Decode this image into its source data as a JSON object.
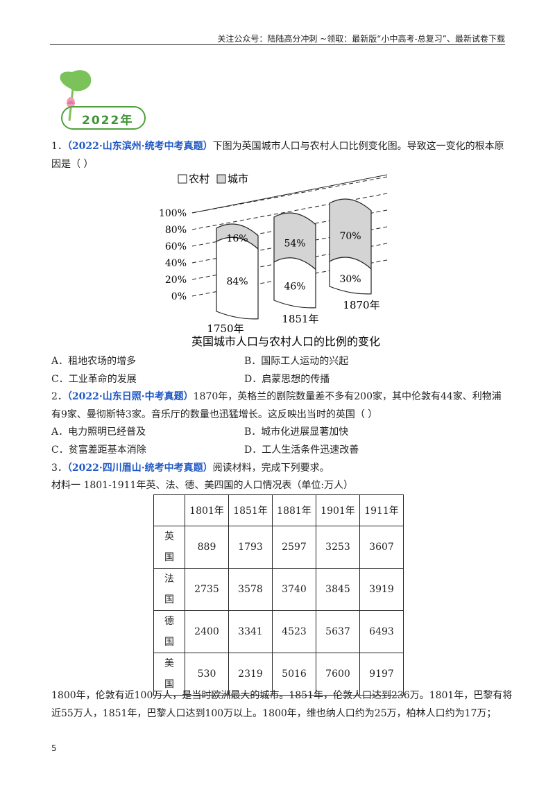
{
  "header": {
    "text": "关注公众号：陆陆高分冲刺  ~领取：最新版“小中高考-总复习”、最新试卷下载"
  },
  "section": {
    "year_label": "2022年"
  },
  "q1": {
    "num": "1．",
    "source": "（2022·山东滨州·统考中考真题）",
    "text1": "下图为英国城市人口与农村人口比例变化图。导致这一变化的根本原",
    "text2": "因是（          ）",
    "options": [
      "A．租地农场的增多",
      "B．国际工人运动的兴起",
      "C．工业革命的发展",
      "D．启蒙思想的传播"
    ]
  },
  "q2": {
    "num": "2．",
    "source": "（2022·山东日照·中考真题）",
    "text1": "1870年，英格兰的剧院数量差不多有200家，其中伦敦有44家、利物浦",
    "text2": "有9家、曼彻斯特3家。音乐厅的数量也迅猛增长。这反映出当时的英国（          ）",
    "options": [
      "A．电力照明已经普及",
      "B．城市化进展显著加快",
      "C．贫富差距基本消除",
      "D．工人生活条件迅速改善"
    ]
  },
  "q3": {
    "num": "3．",
    "source": "（2022·四川眉山·统考中考真题）",
    "text1": "阅读材料，完成下列要求。",
    "material_title": "材料一    1801-1911年英、法、德、美四国的人口情况表（单位:万人）",
    "table": {
      "years": [
        "1801年",
        "1851年",
        "1881年",
        "1901年",
        "1911年"
      ],
      "rows": [
        {
          "country_top": "英",
          "country_bottom": "国",
          "values": [
            "889",
            "1793",
            "2597",
            "3253",
            "3607"
          ]
        },
        {
          "country_top": "法",
          "country_bottom": "国",
          "values": [
            "2735",
            "3578",
            "3740",
            "3845",
            "3919"
          ]
        },
        {
          "country_top": "德",
          "country_bottom": "国",
          "values": [
            "2400",
            "3341",
            "4523",
            "5637",
            "6493"
          ]
        },
        {
          "country_top": "美",
          "country_bottom": "国",
          "values": [
            "530",
            "2319",
            "5016",
            "7600",
            "9197"
          ]
        }
      ]
    },
    "para1": "1800年，伦敦有近100万人，是当时欧洲最大的城市。1851年，伦敦人口达到236万。1801年，巴黎有将",
    "para2": "近55万人，1851年，巴黎人口达到100万以上。1800年，维也纳人口约为25万，柏林人口约为17万；"
  },
  "chart_data": {
    "type": "bar",
    "title": "英国城市人口与农村人口的比例的变化",
    "categories": [
      "1750年",
      "1851年",
      "1870年"
    ],
    "series": [
      {
        "name": "农村",
        "values": [
          84,
          46,
          30
        ],
        "labels": [
          "84%",
          "46%",
          "30%"
        ]
      },
      {
        "name": "城市",
        "values": [
          16,
          54,
          70
        ],
        "labels": [
          "16%",
          "54%",
          "70%"
        ]
      }
    ],
    "y_ticks": [
      "100%",
      "80%",
      "60%",
      "40%",
      "20%",
      "0%"
    ],
    "ylim": [
      0,
      100
    ],
    "stacked": true,
    "colors": {
      "rural": "#ffffff",
      "urban": "#d4d4d4"
    }
  },
  "footer": {
    "page_number": "5"
  }
}
